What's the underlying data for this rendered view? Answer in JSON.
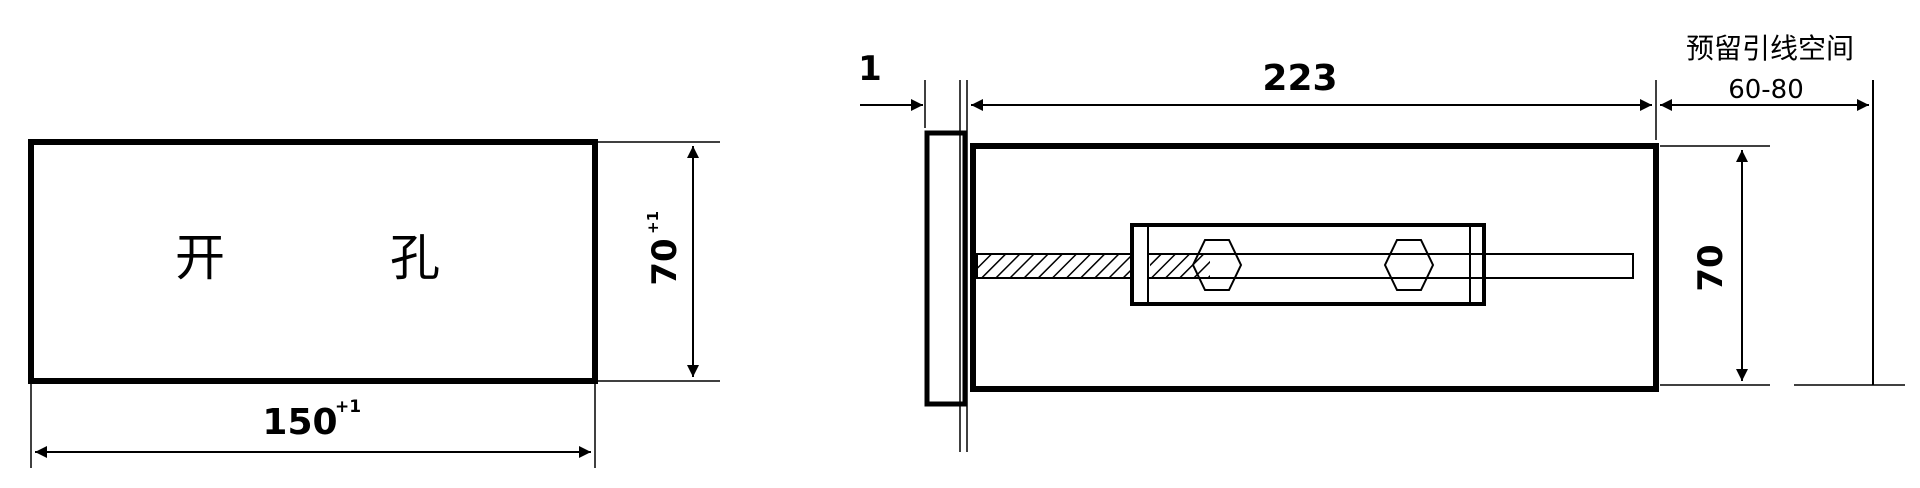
{
  "cutout_view": {
    "label_left": "开",
    "label_right": "孔",
    "width_value": "150",
    "width_tolerance": "+1",
    "height_value": "70",
    "height_tolerance": "+1"
  },
  "side_view": {
    "panel_thickness": "1",
    "body_length": "223",
    "body_height": "70",
    "wiring_space_title": "预留引线空间",
    "wiring_space_range": "60-80"
  }
}
